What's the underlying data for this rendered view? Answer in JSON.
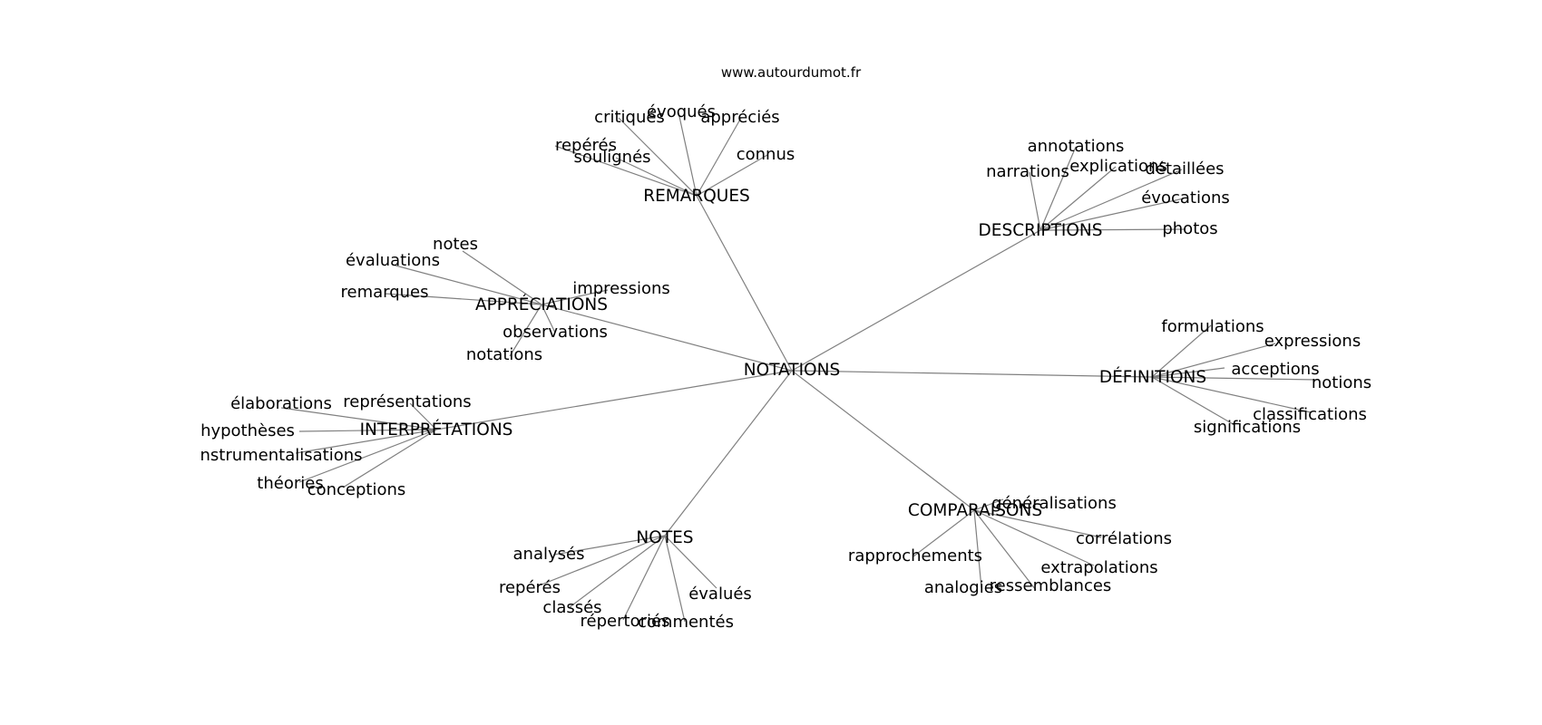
{
  "site": "www.autourdumot.fr",
  "root": "NOTATIONS",
  "groups": [
    {
      "name": "REMARQUES",
      "leaves": [
        "critiqués",
        "évoqués",
        "appréciés",
        "repérés",
        "soulignés",
        "connus"
      ]
    },
    {
      "name": "DESCRIPTIONS",
      "leaves": [
        "annotations",
        "narrations",
        "explications",
        "détaillées",
        "évocations",
        "photos"
      ]
    },
    {
      "name": "APPRÉCIATIONS",
      "leaves": [
        "notes",
        "évaluations",
        "remarques",
        "impressions",
        "observations",
        "notations"
      ]
    },
    {
      "name": "DÉFINITIONS",
      "leaves": [
        "formulations",
        "expressions",
        "acceptions",
        "notions",
        "classifications",
        "significations"
      ]
    },
    {
      "name": "INTERPRÉTATIONS",
      "leaves": [
        "élaborations",
        "représentations",
        "hypothèses",
        "nstrumentalisations",
        "théories",
        "conceptions"
      ]
    },
    {
      "name": "COMPARAISONS",
      "leaves": [
        "généralisations",
        "corrélations",
        "rapprochements",
        "extrapolations",
        "analogies",
        "ressemblances"
      ]
    },
    {
      "name": "NOTES",
      "leaves": [
        "analysés",
        "repérés",
        "classés",
        "évalués",
        "répertoriés",
        "commentés"
      ]
    }
  ]
}
